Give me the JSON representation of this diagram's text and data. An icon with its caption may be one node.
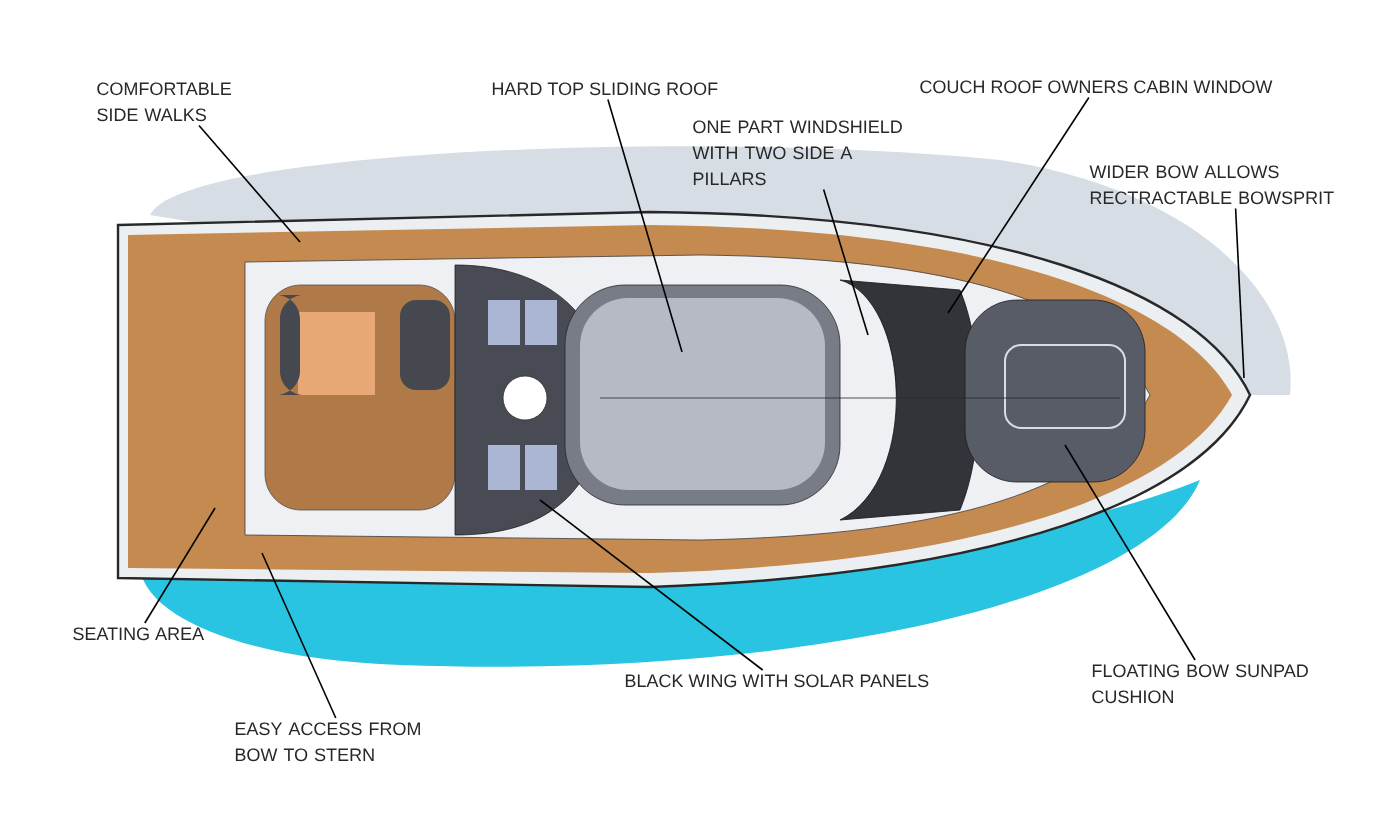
{
  "diagram": {
    "nodes": [
      {
        "text": [
          "COMFORTABLE SIDE WALKS"
        ]
      },
      {
        "text": [
          "HARD TOP SLIDING ROOF"
        ]
      },
      {
        "text": [
          "ONE PART WINDSHIELD WITH TWO SIDE A PILLARS"
        ]
      },
      {
        "text": [
          "COUCH ROOF OWNERS CABIN WINDOW"
        ]
      },
      {
        "text": [
          "WIDER BOW ALLOWS RECTRACTABLE BOWSPRIT"
        ]
      },
      {
        "text": [
          "SEATING AREA"
        ]
      },
      {
        "text": [
          "EASY ACCESS FROM BOW TO STERN"
        ]
      },
      {
        "text": [
          "BLACK WING WITH SOLAR PANELS"
        ]
      },
      {
        "text": [
          "FLOATING BOW SUNPAD CUSHION"
        ]
      }
    ],
    "edges": [
      {
        "from": 0,
        "to": null,
        "arrow": "none"
      },
      {
        "from": 1,
        "to": null,
        "arrow": "none"
      },
      {
        "from": 2,
        "to": null,
        "arrow": "none"
      },
      {
        "from": 3,
        "to": null,
        "arrow": "none"
      },
      {
        "from": 4,
        "to": null,
        "arrow": "none"
      },
      {
        "from": 5,
        "to": null,
        "arrow": "none"
      },
      {
        "from": 6,
        "to": null,
        "arrow": "none"
      },
      {
        "from": 7,
        "to": null,
        "arrow": "none"
      },
      {
        "from": 8,
        "to": null,
        "arrow": "none"
      }
    ]
  }
}
